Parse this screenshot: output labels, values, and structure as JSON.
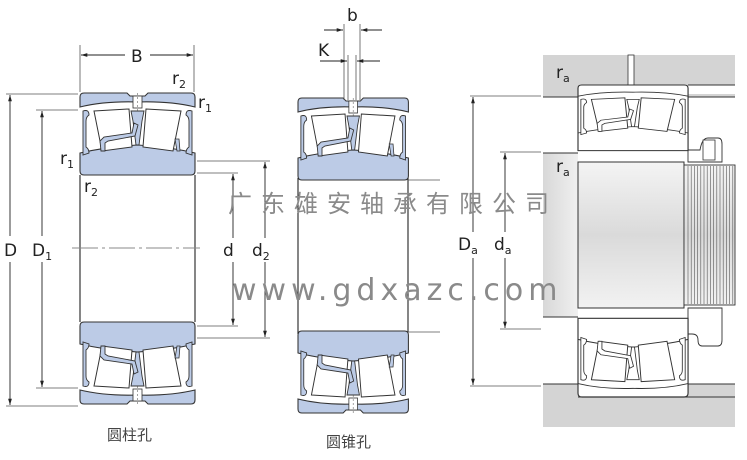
{
  "figure": {
    "title": "Spherical roller bearing dimension diagram",
    "colors": {
      "ring_fill": "#bccbe6",
      "outline": "#333333",
      "housing": "#d4d4d4",
      "watermark": "#8a8a8a"
    }
  },
  "labels": {
    "B": "B",
    "r": "r",
    "r_sub_1": "1",
    "r_sub_2": "2",
    "D": "D",
    "D1_main": "D",
    "D1_sub": "1",
    "d": "d",
    "d2_main": "d",
    "d2_sub": "2",
    "b": "b",
    "K": "K",
    "Da_main": "D",
    "Da_sub": "a",
    "da_main": "d",
    "da_sub": "a",
    "ra_main": "r",
    "ra_sub": "a"
  },
  "captions": {
    "cylindrical_bore": "圆柱孔",
    "tapered_bore": "圆锥孔"
  },
  "watermark": {
    "company": "广东雄安轴承有限公司",
    "url": "www.gdxazc.com"
  }
}
